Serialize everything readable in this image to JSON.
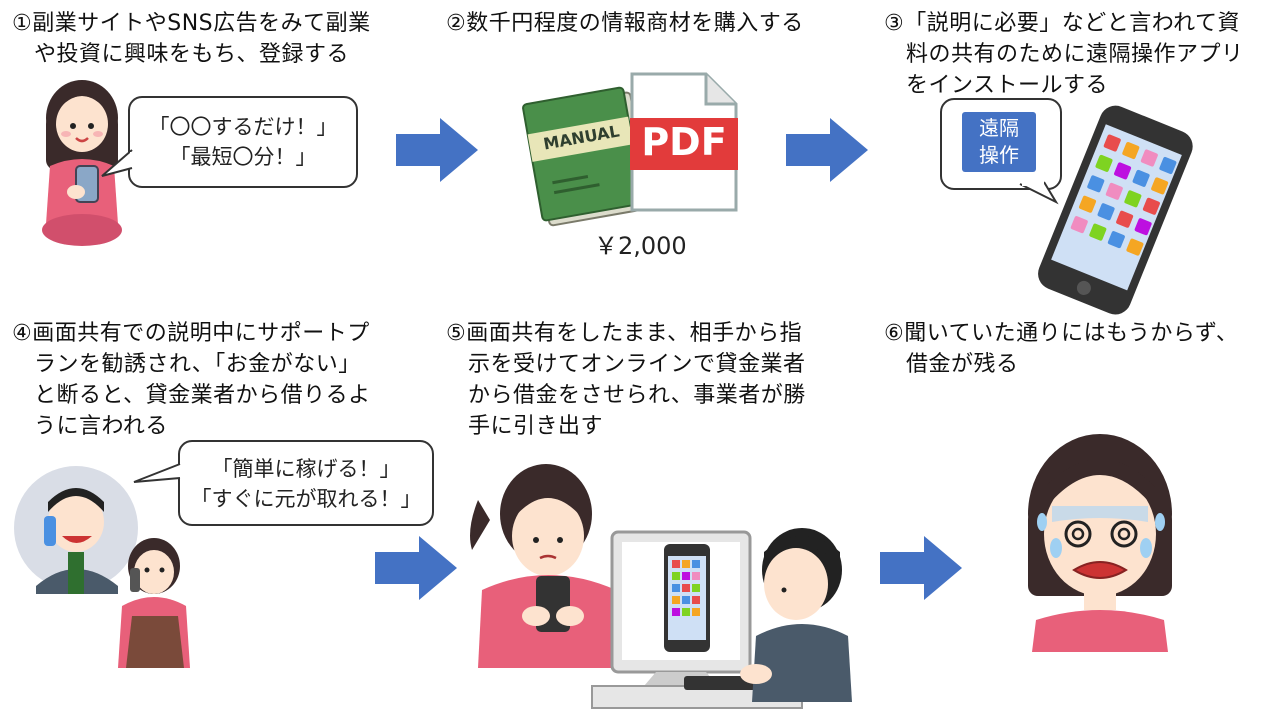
{
  "steps": [
    {
      "lines": [
        "①副業サイトやSNS広告をみて副業",
        "や投資に興味をもち、登録する"
      ]
    },
    {
      "lines": [
        "②数千円程度の情報商材を購入する"
      ]
    },
    {
      "lines": [
        "③「説明に必要」などと言われて資",
        "料の共有のために遠隔操作アプリ",
        "をインストールする"
      ]
    },
    {
      "lines": [
        "④画面共有での説明中にサポートプ",
        "ランを勧誘され、「お金がない」",
        "と断ると、貸金業者から借りるよ",
        "うに言われる"
      ]
    },
    {
      "lines": [
        "⑤画面共有をしたまま、相手から指",
        "示を受けてオンラインで貸金業者",
        "から借金をさせられ、事業者が勝",
        "手に引き出す"
      ]
    },
    {
      "lines": [
        "⑥聞いていた通りにはもうからず、",
        "借金が残る"
      ]
    }
  ],
  "bubbles": {
    "step1": [
      "「〇〇するだけ！」",
      "「最短〇分！」"
    ],
    "step4": [
      "「簡単に稼げる！」",
      "「すぐに元が取れる！」"
    ]
  },
  "manual": {
    "book_label": "MANUAL",
    "pdf_label": "PDF",
    "price": "￥2,000"
  },
  "remote_app": {
    "lines": [
      "遠隔",
      "操作"
    ]
  },
  "colors": {
    "arrow": "#4472c4",
    "pink": "#e8607a",
    "hair": "#3a2a2a",
    "skin": "#fde3cf",
    "book": "#4a8f4a",
    "pdf": "#e23b3b"
  }
}
